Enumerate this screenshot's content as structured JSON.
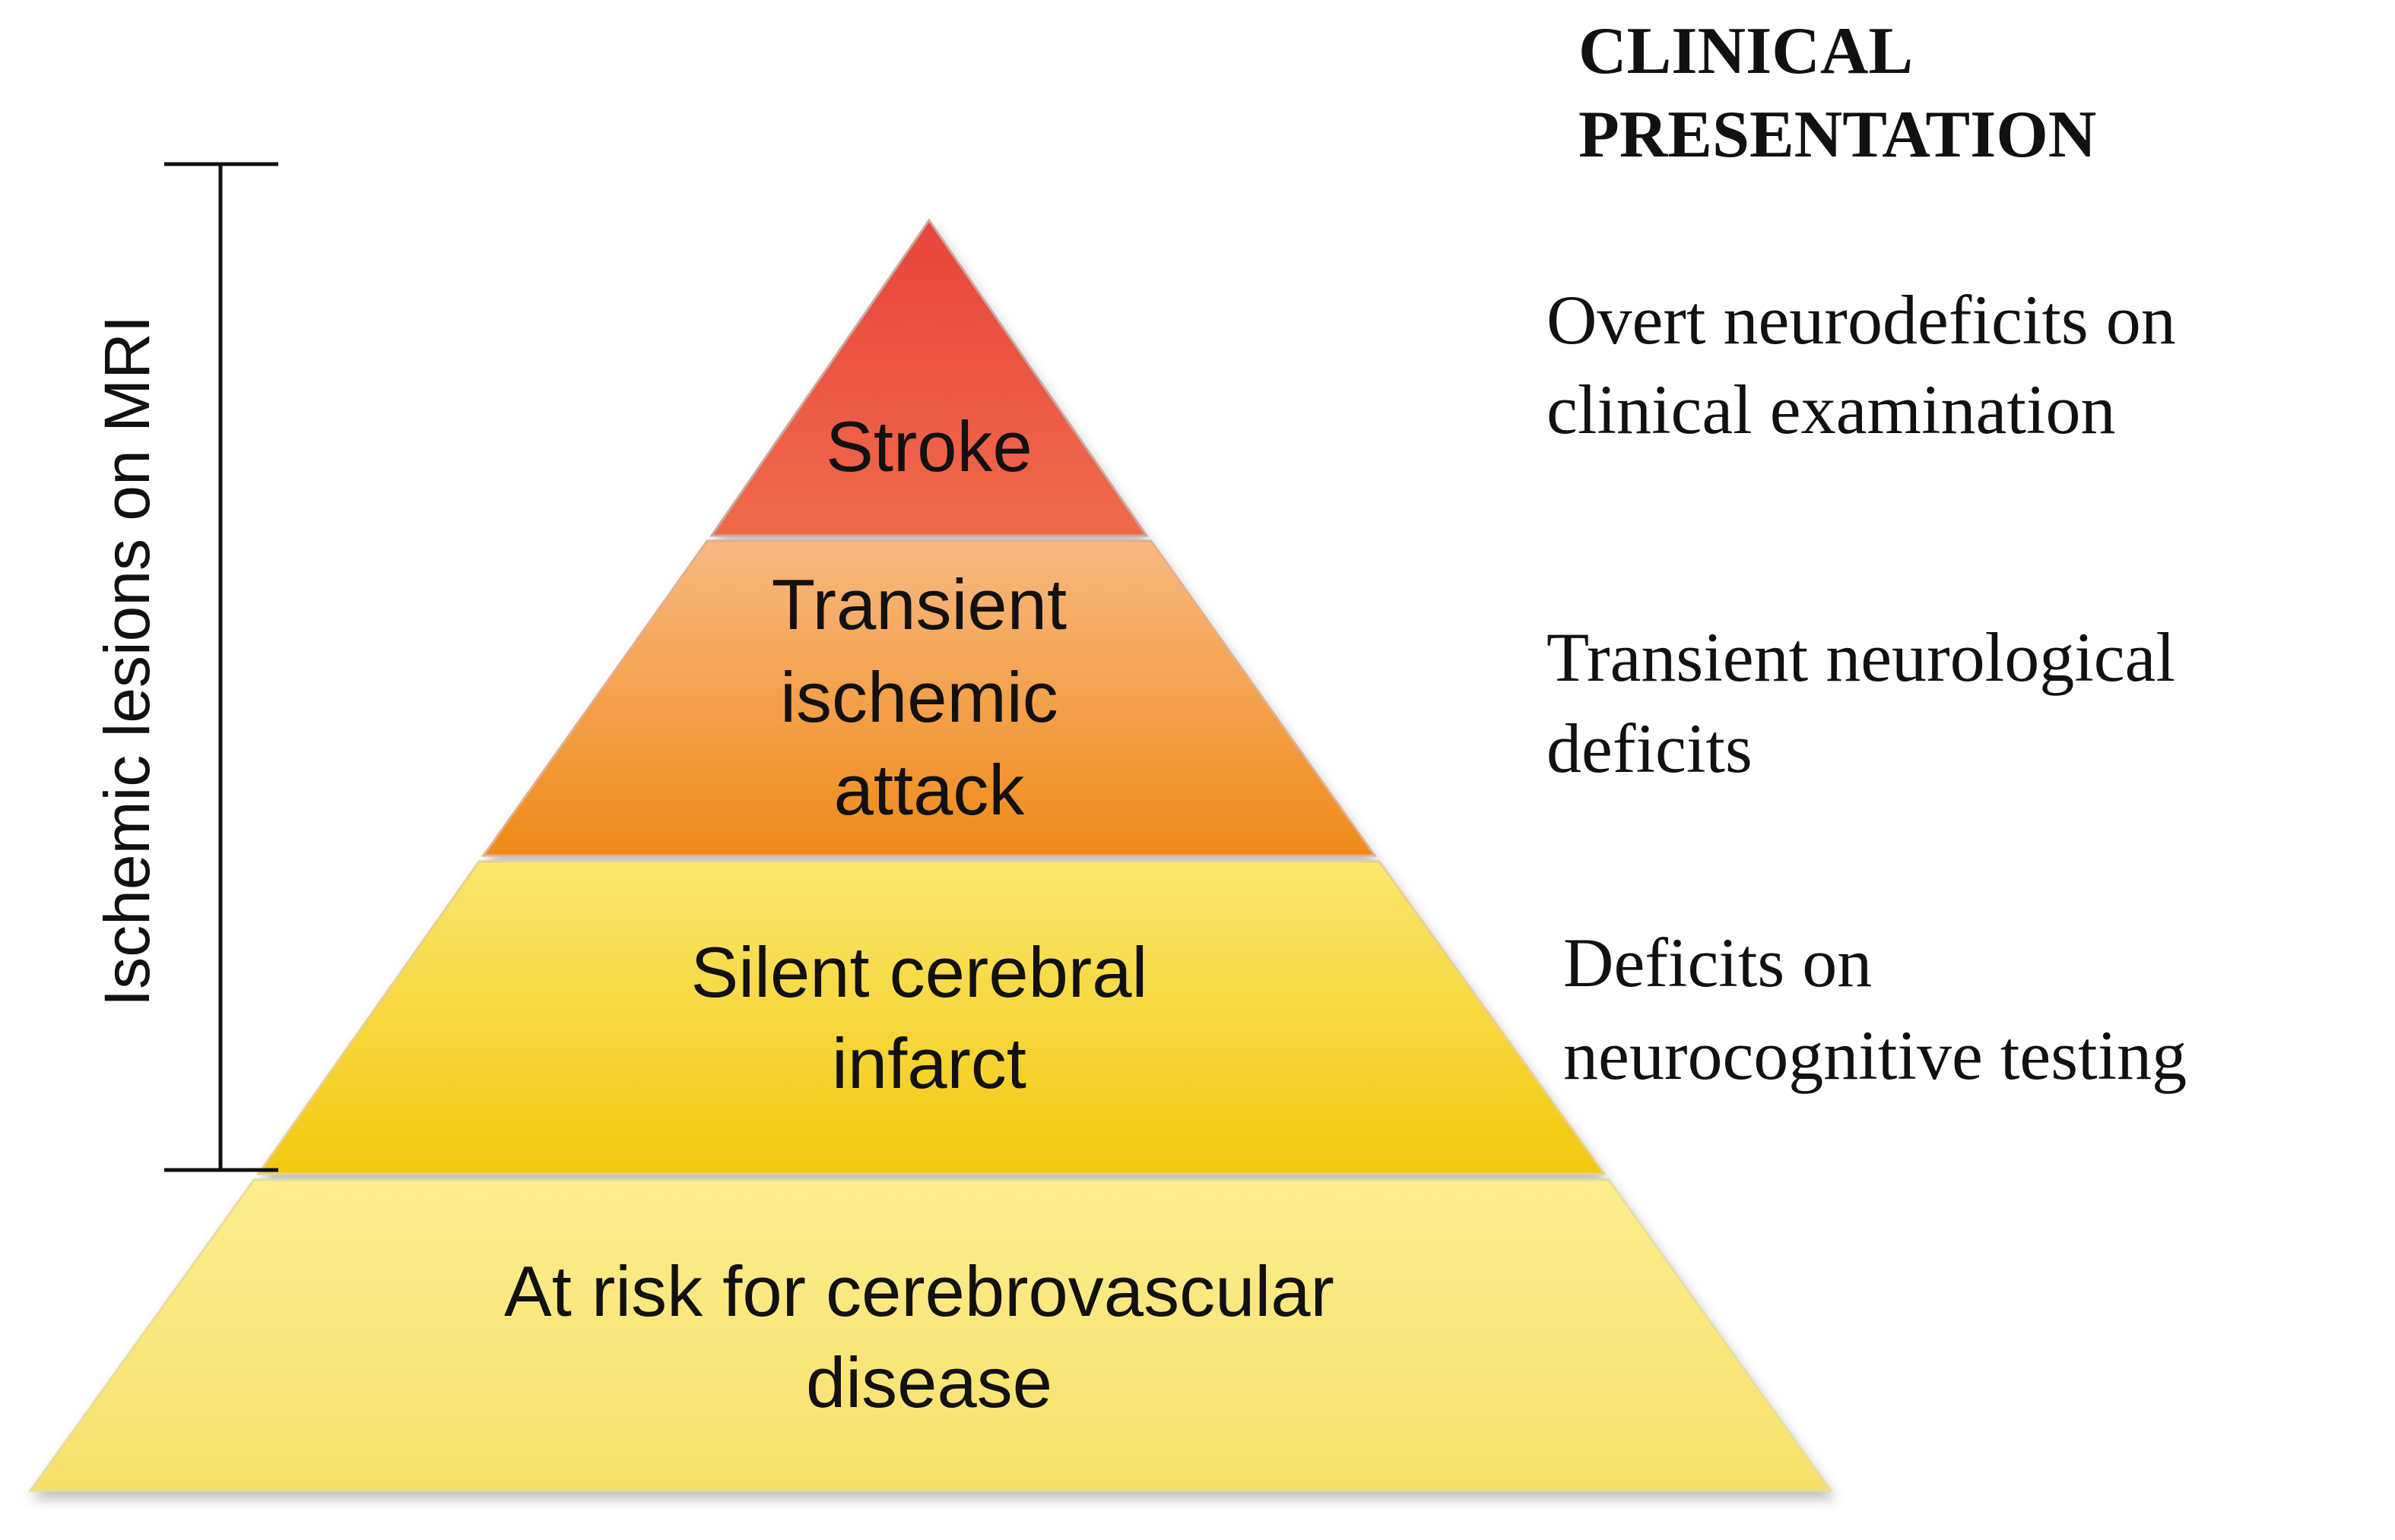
{
  "heading": {
    "line1": "CLINICAL",
    "line2": "PRESENTATION"
  },
  "bracket": {
    "label": "Ischemic lesions on MRI"
  },
  "pyramid": {
    "tiers": [
      {
        "lines": [
          "Stroke"
        ],
        "color_top": "#e8453c",
        "color_bottom": "#f06a4a"
      },
      {
        "lines": [
          "Transient",
          "ischemic",
          "attack"
        ],
        "color_top": "#f8b880",
        "color_bottom": "#f08a18"
      },
      {
        "lines": [
          "Silent cerebral",
          "infarct"
        ],
        "color_top": "#fbe66e",
        "color_bottom": "#f2c80e"
      },
      {
        "lines": [
          "At risk for cerebrovascular",
          "disease"
        ],
        "color_top": "#fcee8e",
        "color_bottom": "#f6e06a"
      }
    ]
  },
  "presentations": [
    {
      "lines": [
        "Overt neurodeficits on",
        "clinical examination"
      ]
    },
    {
      "lines": [
        "Transient neurological",
        "deficits"
      ]
    },
    {
      "lines": [
        "Deficits on",
        "neurocognitive testing"
      ]
    }
  ]
}
